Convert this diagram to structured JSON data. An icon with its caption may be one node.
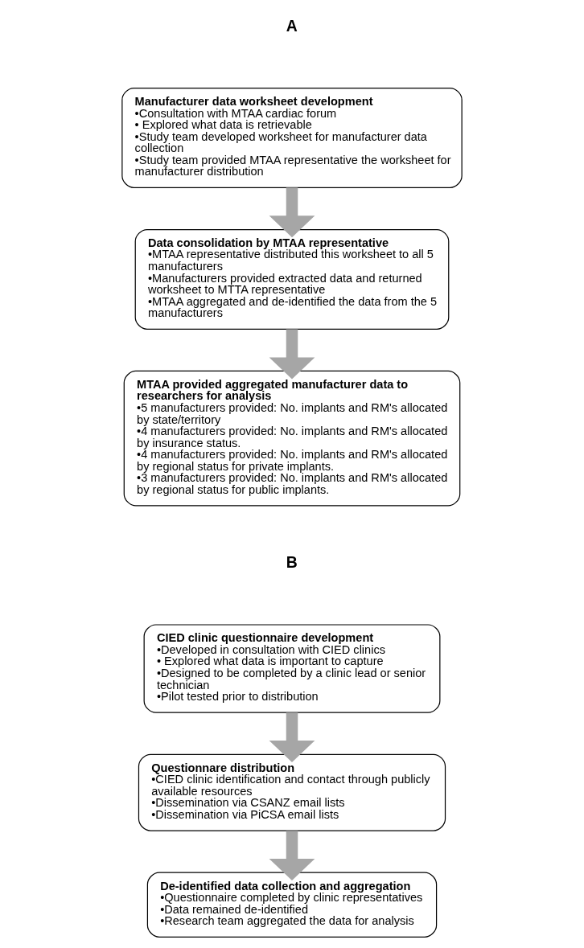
{
  "diagram": {
    "nodes": [
      {
        "text": [
          "Manufacturer data worksheet development",
          "•Consultation with MTAA cardiac forum",
          "• Explored what data is retrievable",
          "•Study team developed worksheet for manufacturer data collection",
          "•Study team provided MTAA representative the worksheet for manufacturer distribution"
        ]
      },
      {
        "text": [
          "Data consolidation by MTAA representative",
          "•MTAA representative distributed this worksheet to all 5 manufacturers",
          "•Manufacturers provided extracted data and returned worksheet to MTTA representative",
          "•MTAA aggregated and de-identified the data from the 5 manufacturers"
        ]
      },
      {
        "text": [
          "MTAA provided aggregated manufacturer data to researchers for analysis",
          "•5 manufacturers provided: No. implants and RM's allocated by state/territory",
          "•4 manufacturers provided: No. implants and RM's allocated by insurance status.",
          "•4 manufacturers provided: No. implants and RM's allocated by regional status for private implants.",
          "•3 manufacturers provided: No. implants and RM's allocated by regional status for public implants."
        ]
      },
      {
        "text": [
          "CIED clinic questionnaire development",
          "•Developed in consultation with CIED clinics",
          "• Explored what data is important to capture",
          "•Designed to be completed by a clinic lead or senior technician",
          "•Pilot tested prior to distribution"
        ]
      },
      {
        "text": [
          "Questionnare distribution",
          "•CIED clinic identification and contact through publicly available resources",
          "•Dissemination via CSANZ email lists",
          "•Dissemination via PiCSA email lists"
        ]
      },
      {
        "text": [
          "De-identified data collection and aggregation",
          "•Questionnaire completed by clinic representatives",
          "•Data remained de-identified",
          "•Research team aggregated the data for analysis"
        ]
      }
    ],
    "edges": [
      {
        "from": 0,
        "to": 1,
        "arrow": "to"
      },
      {
        "from": 1,
        "to": 2,
        "arrow": "to"
      },
      {
        "from": 3,
        "to": 4,
        "arrow": "to"
      },
      {
        "from": 4,
        "to": 5,
        "arrow": "to"
      }
    ],
    "labels": [
      "A",
      "B"
    ]
  }
}
